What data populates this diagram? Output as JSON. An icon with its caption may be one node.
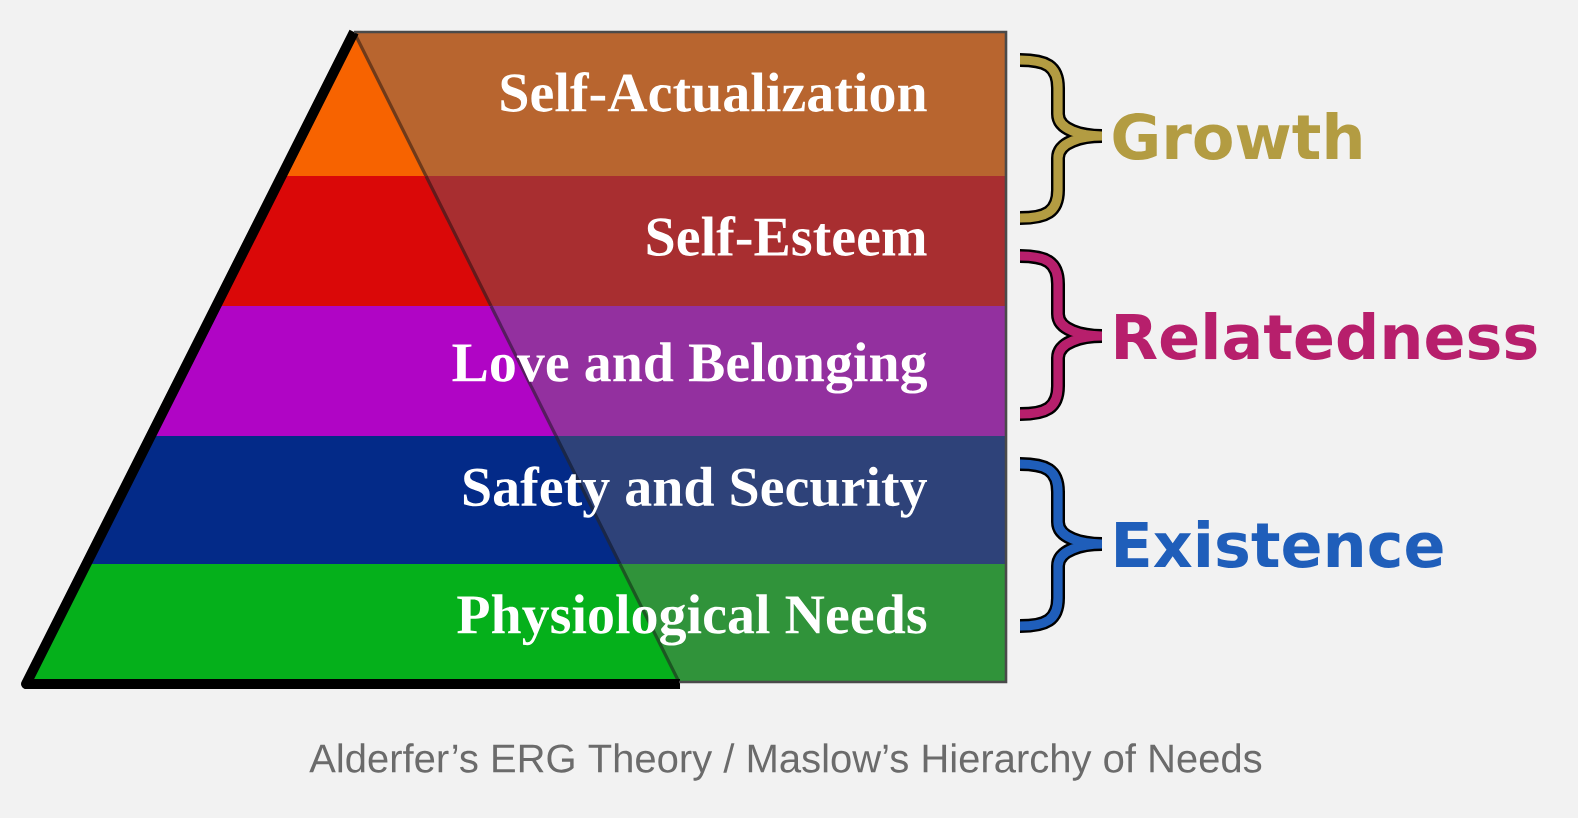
{
  "diagram": {
    "caption": "Alderfer’s ERG Theory / Maslow’s Hierarchy of Needs",
    "nodes": [
      {
        "text": [
          "Self-Actualization"
        ]
      },
      {
        "text": [
          "Self-Esteem"
        ]
      },
      {
        "text": [
          "Love and Belonging"
        ]
      },
      {
        "text": [
          "Safety and Security"
        ]
      },
      {
        "text": [
          "Physiological Needs"
        ]
      }
    ],
    "labels": [
      "Growth",
      "Relatedness",
      "Existence"
    ]
  }
}
